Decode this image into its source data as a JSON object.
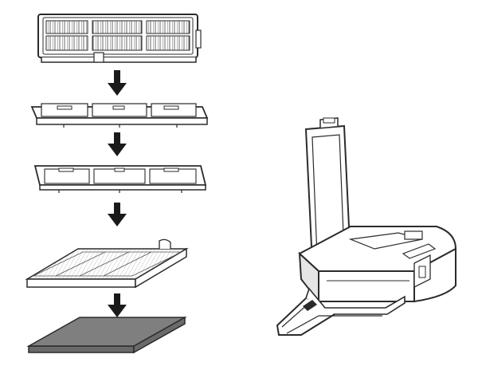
{
  "diagram": {
    "steps": [
      {
        "name": "hepa-filter-assembly"
      },
      {
        "name": "filter-frame-lower"
      },
      {
        "name": "filter-frame-upper"
      },
      {
        "name": "pleated-filter-element"
      },
      {
        "name": "sponge-pre-filter"
      }
    ],
    "colors": {
      "stroke": "#2b2b2b",
      "fill_light": "#ffffff",
      "fill_mid": "#e6e6e6",
      "sponge": "#7f7f7f",
      "arrow": "#1a1a1a"
    }
  }
}
